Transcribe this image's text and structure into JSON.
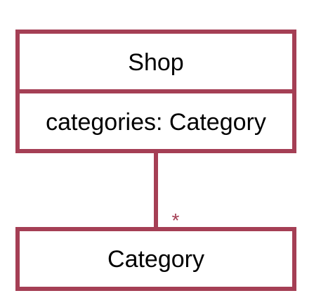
{
  "diagram": {
    "line_color": "#a53f55",
    "shop_class": {
      "name": "Shop",
      "attribute": "categories: Category"
    },
    "category_class": {
      "name": "Category"
    },
    "association": {
      "multiplicity": "*"
    }
  }
}
